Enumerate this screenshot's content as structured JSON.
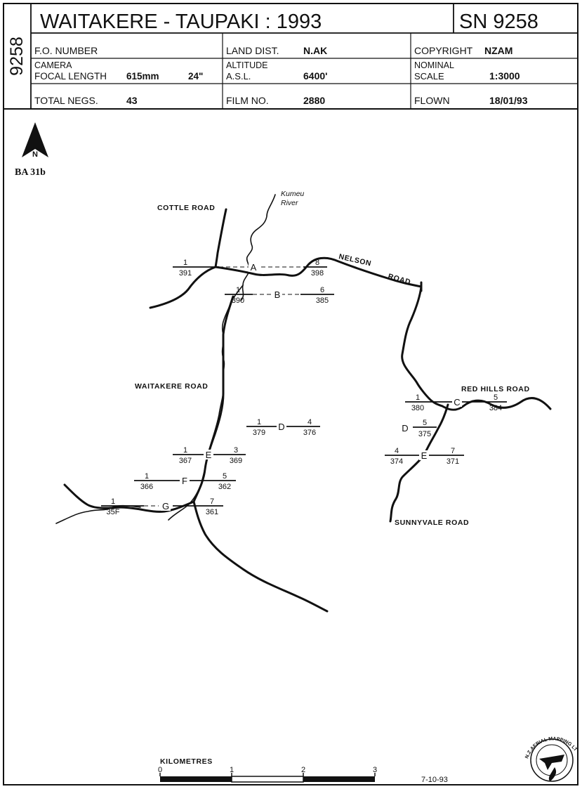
{
  "header": {
    "side_code": "9258",
    "title": "WAITAKERE - TAUPAKI : 1993",
    "sn": "SN 9258",
    "fo_number_label": "F.O. NUMBER",
    "land_dist_label": "LAND DIST.",
    "land_dist_value": "N.AK",
    "copyright_label": "COPYRIGHT",
    "copyright_value": "NZAM",
    "camera_label": "CAMERA",
    "focal_length_label": "FOCAL LENGTH",
    "focal_length_mm": "615mm",
    "focal_length_in": "24\"",
    "altitude_label": "ALTITUDE",
    "asl_label": "A.S.L.",
    "altitude_value": "6400'",
    "nominal_label": "NOMINAL",
    "scale_label": "SCALE",
    "scale_value": "1:3000",
    "total_negs_label": "TOTAL NEGS.",
    "total_negs_value": "43",
    "film_no_label": "FILM NO.",
    "film_no_value": "2880",
    "flown_label": "FLOWN",
    "flown_value": "18/01/93"
  },
  "north": {
    "letter": "N",
    "sheet_ref": "BA 31b"
  },
  "labels": {
    "cottle_road": "COTTLE ROAD",
    "kumeu": "Kumeu",
    "river": "River",
    "nelson": "NELSON",
    "road": "ROAD",
    "waitakere_road": "WAITAKERE ROAD",
    "red_hills_road": "RED HILLS ROAD",
    "sunnyvale_road": "SUNNYVALE ROAD"
  },
  "flight_lines": {
    "A": {
      "letter": "A",
      "start_top": "1",
      "start_bottom": "391",
      "end_top": "8",
      "end_bottom": "398"
    },
    "B": {
      "letter": "B",
      "start_top": "1",
      "start_bottom": "390",
      "end_top": "6",
      "end_bottom": "385"
    },
    "C": {
      "letter": "C",
      "start_top": "1",
      "start_bottom": "380",
      "end_top": "5",
      "end_bottom": "384"
    },
    "D1": {
      "letter": "D",
      "start_top": "1",
      "start_bottom": "379",
      "end_top": "4",
      "end_bottom": "376"
    },
    "D2": {
      "letter": "D",
      "end_top": "5",
      "end_bottom": "375"
    },
    "E1": {
      "letter": "E",
      "start_top": "1",
      "start_bottom": "367",
      "end_top": "3",
      "end_bottom": "369"
    },
    "E2": {
      "letter": "E",
      "start_top": "4",
      "start_bottom": "374",
      "end_top": "7",
      "end_bottom": "371"
    },
    "F": {
      "letter": "F",
      "start_top": "1",
      "start_bottom": "366",
      "end_top": "5",
      "end_bottom": "362"
    },
    "G": {
      "letter": "G",
      "start_top": "1",
      "start_bottom": "35F",
      "end_top": "7",
      "end_bottom": "361"
    }
  },
  "scale_bar": {
    "label": "KILOMETRES",
    "ticks": [
      "0",
      "1",
      "2",
      "3"
    ]
  },
  "stamp": {
    "text": "N.Z.AERIAL MAPPING LTD"
  },
  "footer_date": "7-10-93"
}
